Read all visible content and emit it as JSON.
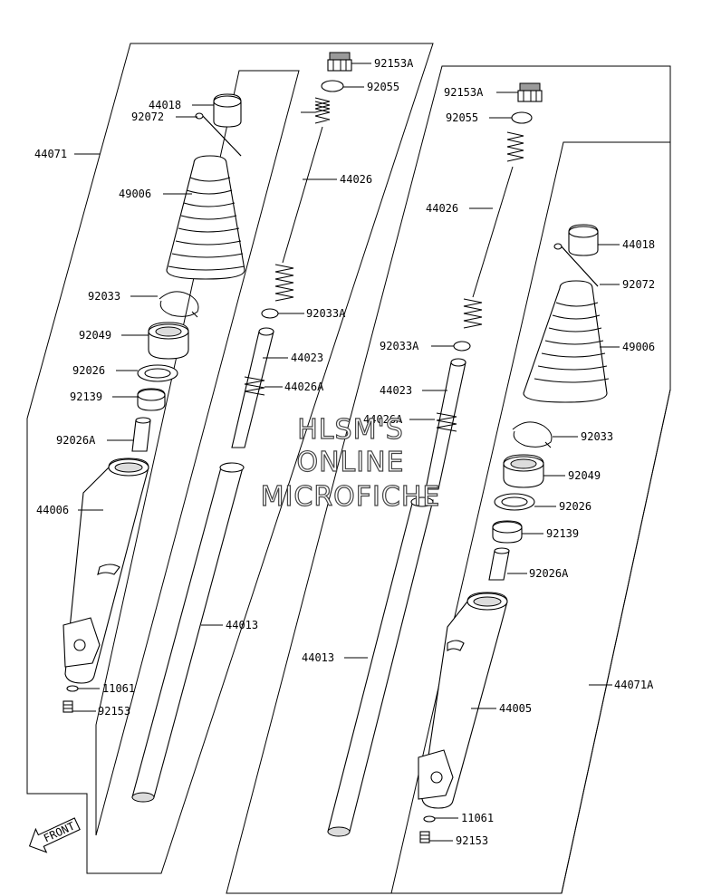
{
  "labels": {
    "l_92153A": "92153A",
    "l_92055": "92055",
    "l_44018": "44018",
    "l_92072": "92072",
    "l_44071": "44071",
    "l_44026": "44026",
    "l_49006": "49006",
    "l_92033": "92033",
    "l_92033A": "92033A",
    "l_92049": "92049",
    "l_44023": "44023",
    "l_92026": "92026",
    "l_44026A": "44026A",
    "l_92139": "92139",
    "l_92026A": "92026A",
    "l_44006": "44006",
    "l_44013": "44013",
    "l_11061": "11061",
    "l_92153": "92153",
    "r_92153A": "92153A",
    "r_92055": "92055",
    "r_44026": "44026",
    "r_44018": "44018",
    "r_92072": "92072",
    "r_92033A": "92033A",
    "r_49006": "49006",
    "r_44023": "44023",
    "r_44026A": "44026A",
    "r_92033": "92033",
    "r_92049": "92049",
    "r_92026": "92026",
    "r_92139": "92139",
    "r_92026A": "92026A",
    "r_44013": "44013",
    "r_44005": "44005",
    "r_44071A": "44071A",
    "r_11061": "11061",
    "r_92153": "92153"
  },
  "watermark": {
    "line1": "HLSM'S",
    "line2": "ONLINE",
    "line3": "MICROFICHE"
  },
  "front_label": "FRONT"
}
